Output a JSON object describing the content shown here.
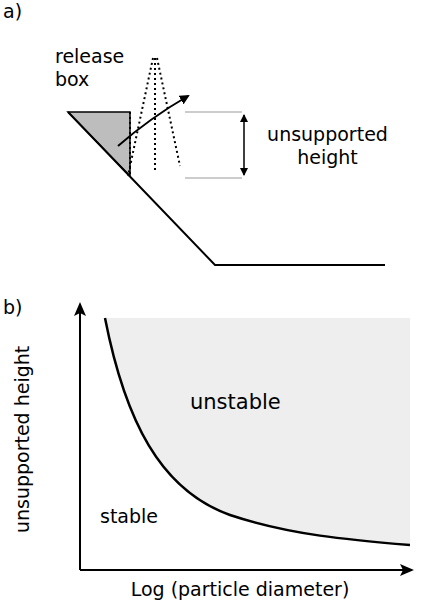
{
  "diagram": {
    "labels": [
      "a)",
      "release box",
      "unsupported height",
      "b)",
      "unsupported height",
      "unstable",
      "stable",
      "Log (particle diameter)"
    ]
  }
}
